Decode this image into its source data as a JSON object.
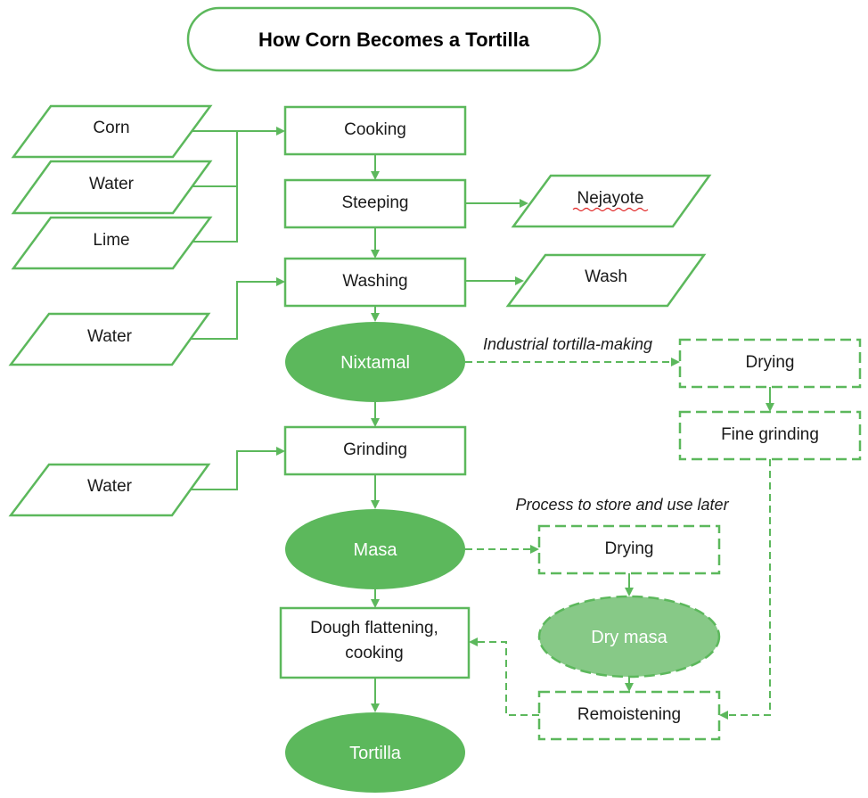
{
  "title": "How Corn Becomes a Tortilla",
  "inputs": {
    "corn": "Corn",
    "water_1": "Water",
    "lime": "Lime",
    "water_2": "Water",
    "water_3": "Water"
  },
  "outputs": {
    "nejayote": "Nejayote",
    "wash": "Wash"
  },
  "steps": {
    "cooking": "Cooking",
    "steeping": "Steeping",
    "washing": "Washing",
    "nixtamal": "Nixtamal",
    "grinding": "Grinding",
    "masa": "Masa",
    "dough_line1": "Dough flattening,",
    "dough_line2": "cooking",
    "tortilla": "Tortilla"
  },
  "industrial": {
    "label": "Industrial tortilla-making",
    "drying": "Drying",
    "fine_grinding": "Fine grinding"
  },
  "storage": {
    "label": "Process to store and use later",
    "drying": "Drying",
    "dry_masa": "Dry masa",
    "remoistening": "Remoistening"
  },
  "colors": {
    "accent": "#5cb85c",
    "accent_light": "#87c987"
  }
}
